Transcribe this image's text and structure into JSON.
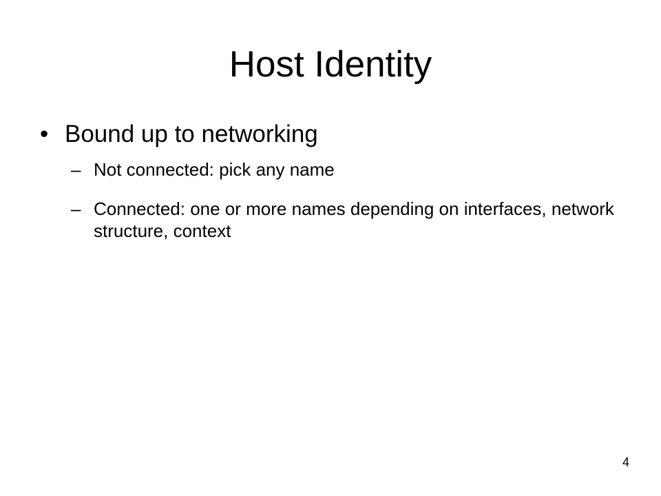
{
  "slide": {
    "title": "Host Identity",
    "bullet": {
      "marker": "•",
      "text": "Bound up to networking",
      "subitems": [
        {
          "marker": "–",
          "text": "Not connected: pick any name"
        },
        {
          "marker": "–",
          "text": "Connected: one or more names depending on interfaces, network structure, context"
        }
      ]
    },
    "page_number": "4"
  }
}
